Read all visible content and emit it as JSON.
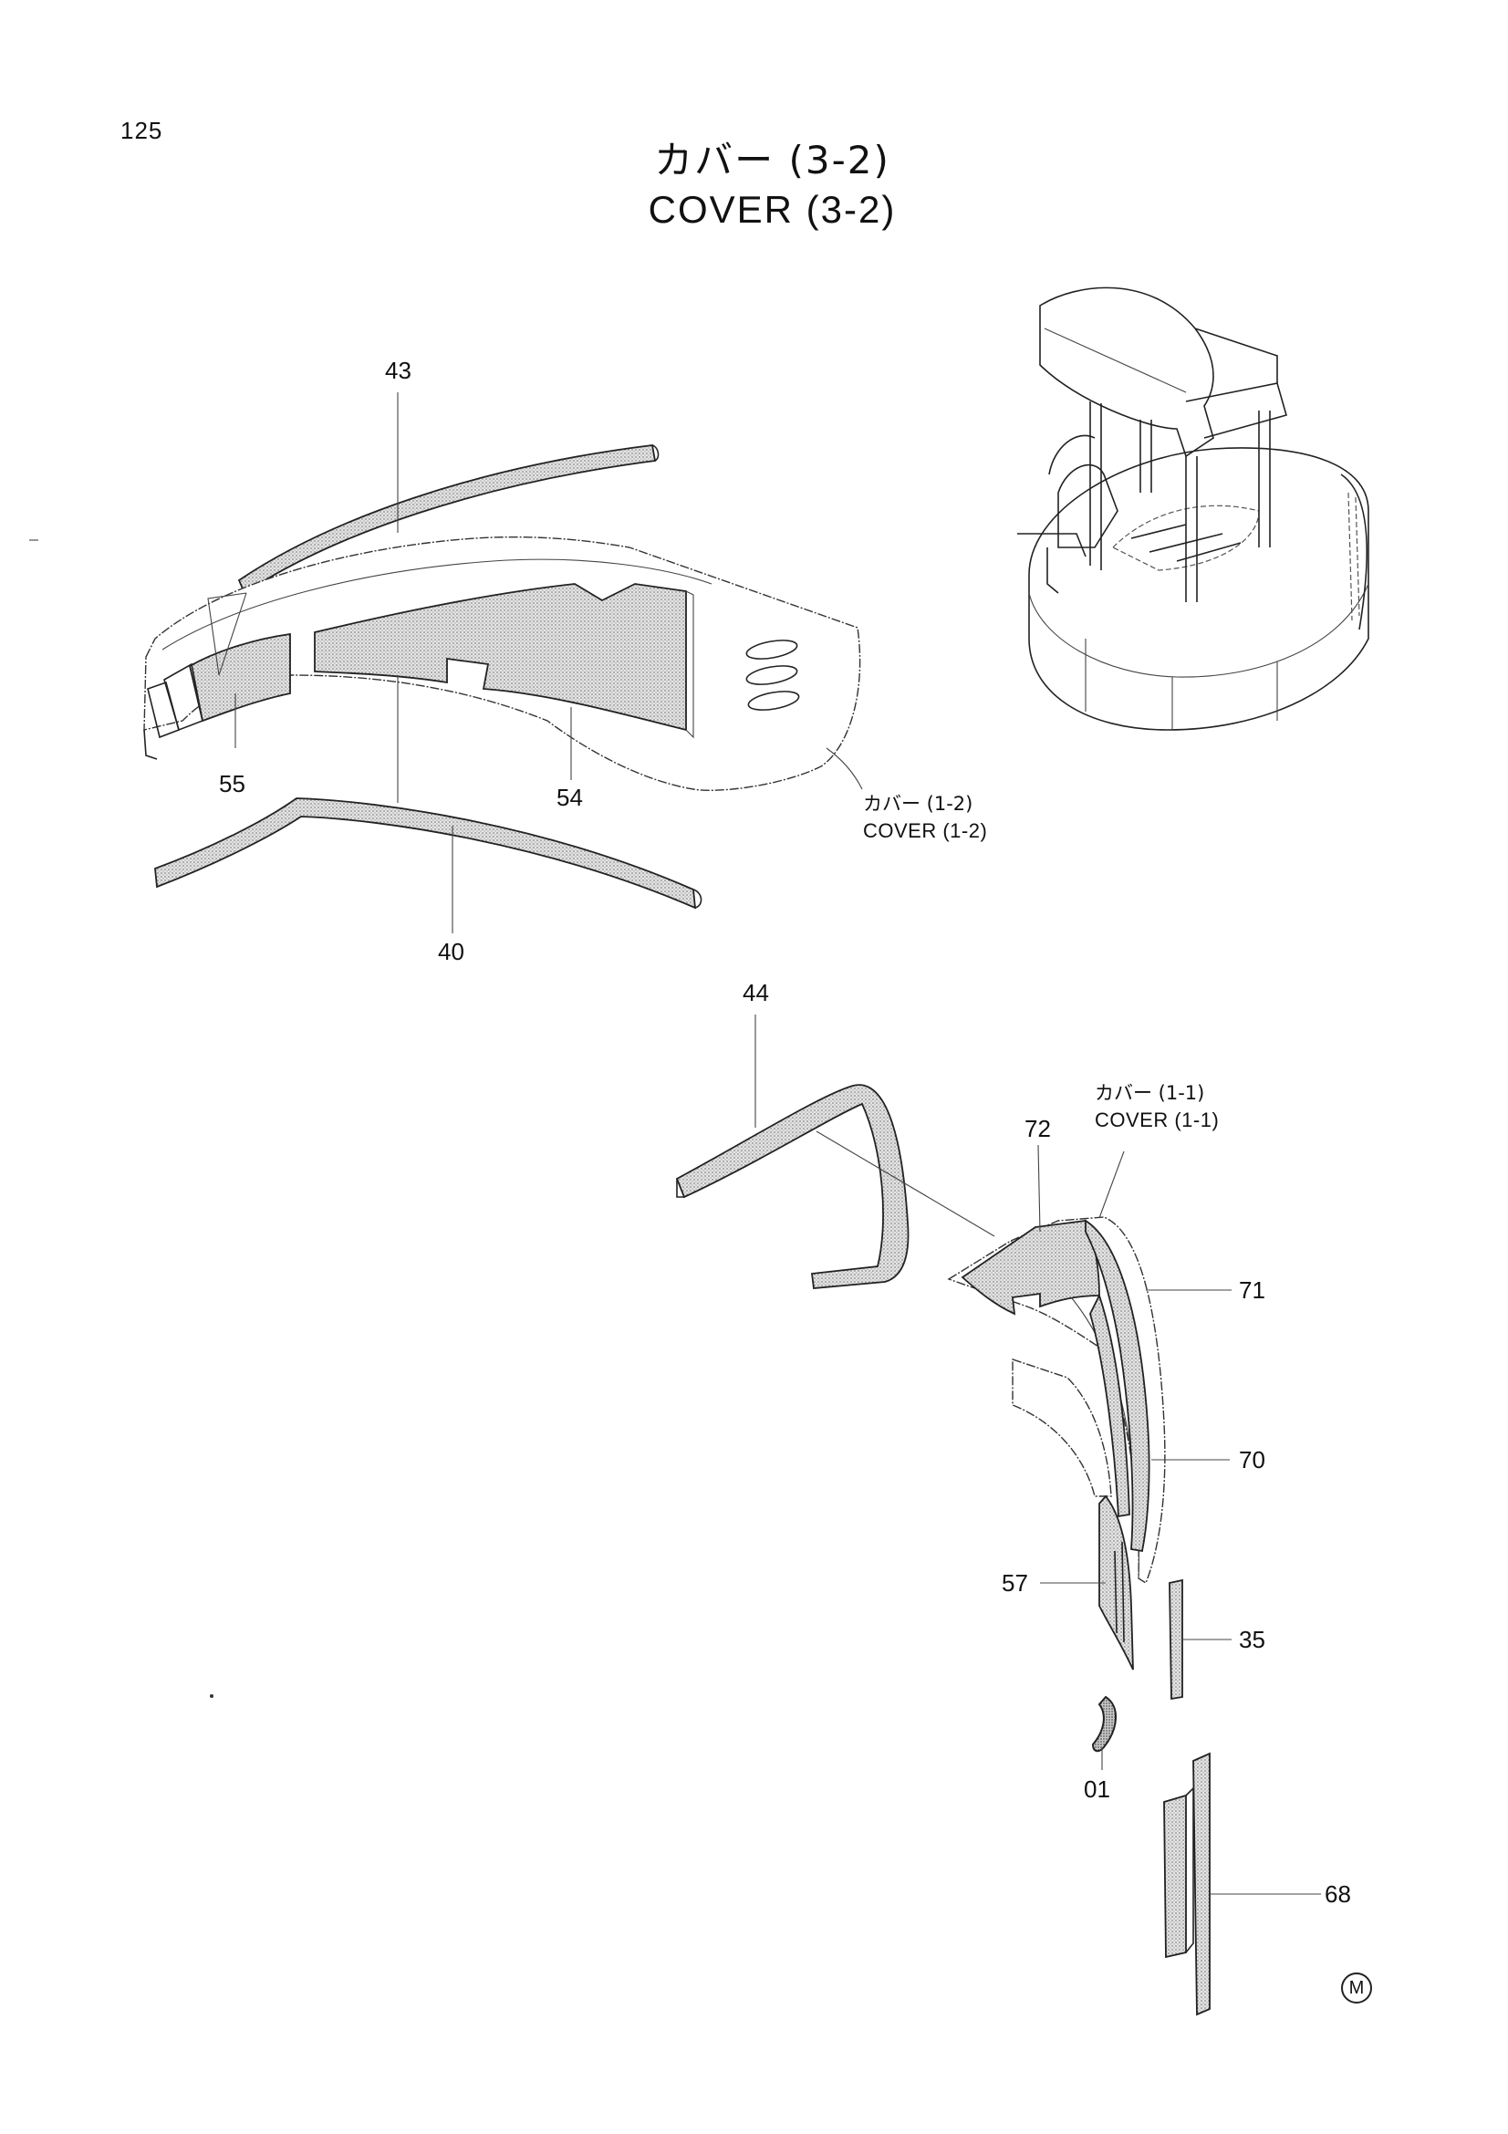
{
  "page": {
    "number": "125",
    "title_jp": "カバー (3-2)",
    "title_en": "COVER (3-2)",
    "mark": "M"
  },
  "callouts": {
    "p43": "43",
    "p55": "55",
    "p54": "54",
    "p40": "40",
    "p44": "44",
    "p72": "72",
    "p71": "71",
    "p70": "70",
    "p57": "57",
    "p35": "35",
    "p01": "01",
    "p68": "68"
  },
  "references": {
    "cover_1_2_jp": "カバー (1-2)",
    "cover_1_2_en": "COVER (1-2)",
    "cover_1_1_jp": "カバー (1-1)",
    "cover_1_1_en": "COVER (1-1)"
  }
}
